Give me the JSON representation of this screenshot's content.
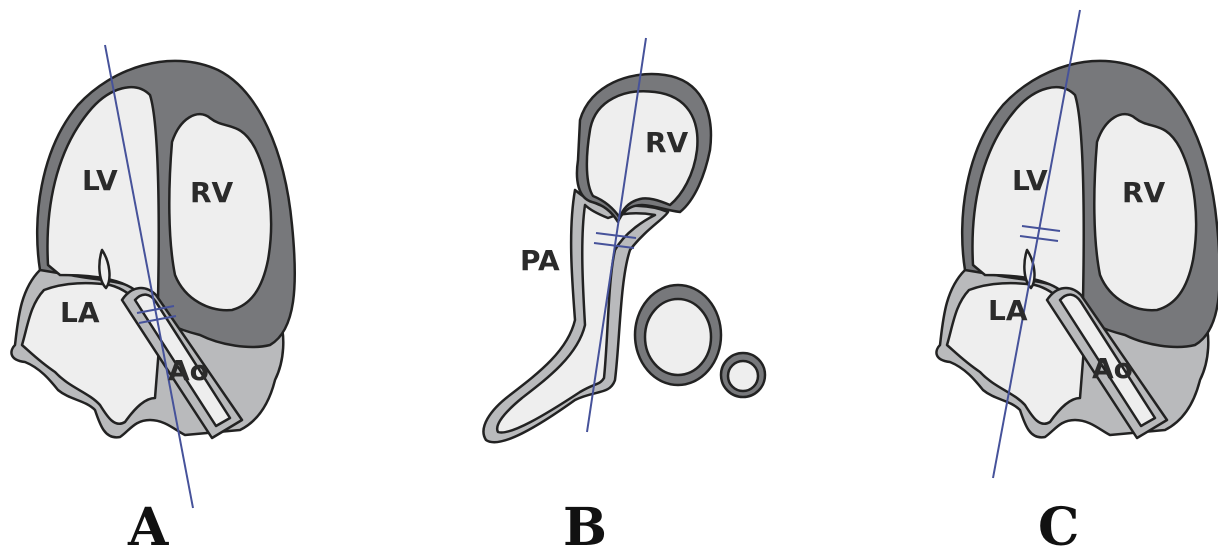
{
  "colors": {
    "wall": "#77787b",
    "cavity": "#eeeeee",
    "outer": "#b9babc",
    "beam": "#46529a"
  },
  "panels": {
    "a": {
      "caption": "A",
      "labels": {
        "lv": "LV",
        "rv": "RV",
        "la": "LA",
        "ao": "Ao"
      }
    },
    "b": {
      "caption": "B",
      "labels": {
        "rv": "RV",
        "pa": "PA"
      }
    },
    "c": {
      "caption": "C",
      "labels": {
        "lv": "LV",
        "rv": "RV",
        "la": "LA",
        "ao": "Ao"
      }
    }
  }
}
